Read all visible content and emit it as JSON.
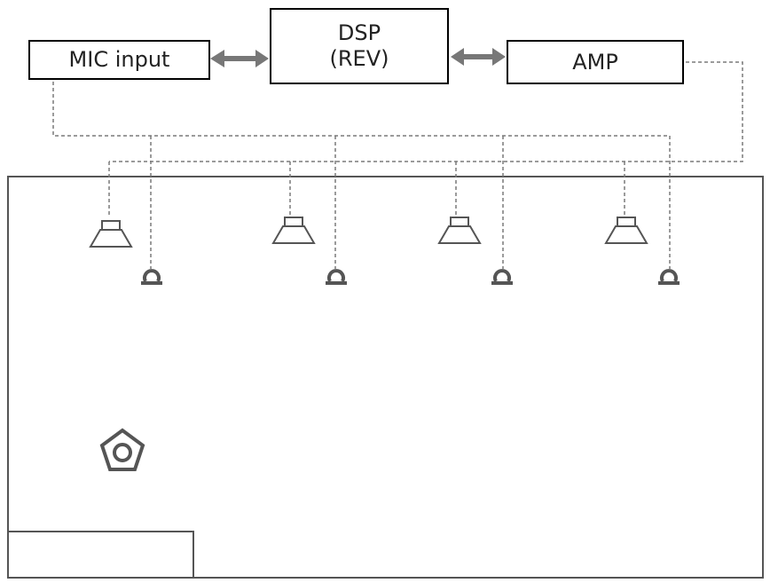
{
  "blocks": {
    "mic": {
      "label": "MIC input"
    },
    "dsp": {
      "line1": "DSP",
      "line2": "(REV)"
    },
    "amp": {
      "label": "AMP"
    }
  },
  "colors": {
    "line": "#000000",
    "wire": "#7a7a7a",
    "arrow": "#777777",
    "fixture": "#555555"
  }
}
